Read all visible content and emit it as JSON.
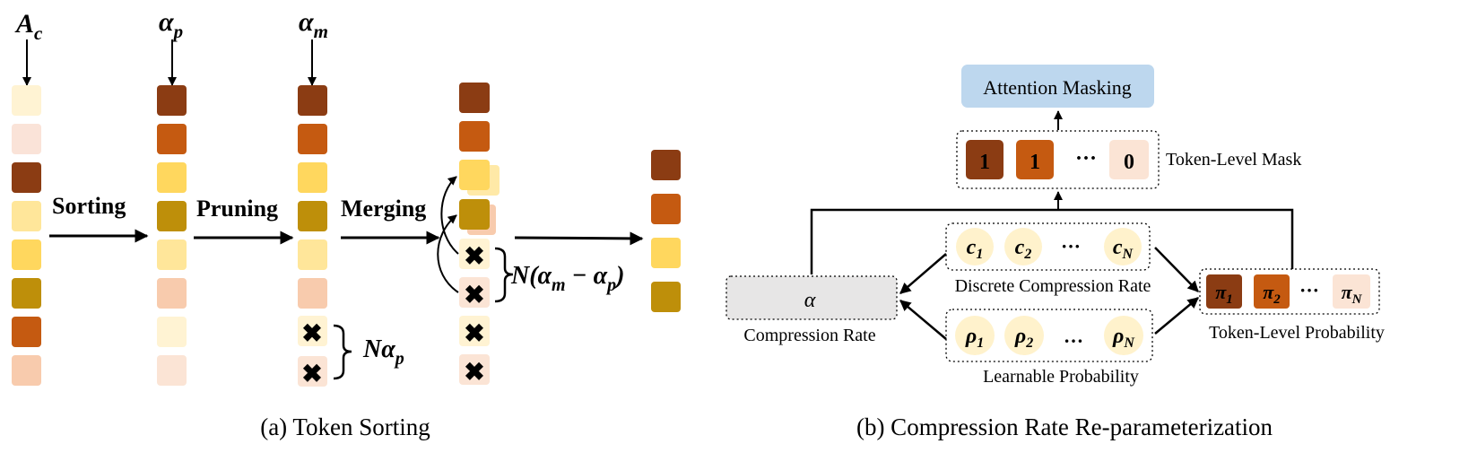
{
  "colors": {
    "c1": "#FFF3D3",
    "c2": "#FAE3D8",
    "c3": "#8B3C13",
    "c4": "#FFE69A",
    "c5": "#FFD75E",
    "c6": "#BE8F0A",
    "c7": "#C55A11",
    "c8": "#F8CBAD",
    "c9": "#FBE4D5",
    "mask_fill": "#BDD7EE",
    "alpha_box": "#E7E6E6",
    "circle_fill": "#FFF2CC"
  },
  "part_a": {
    "inputs": {
      "ac_base": "A",
      "ac_sub": "c",
      "ap_base": "α",
      "ap_sub": "p",
      "am_base": "α",
      "am_sub": "m"
    },
    "steps": {
      "sorting": "Sorting",
      "pruning": "Pruning",
      "merging": "Merging"
    },
    "columns": {
      "input": [
        "c1",
        "c2",
        "c3",
        "c4",
        "c5",
        "c6",
        "c7",
        "c8"
      ],
      "sorted": [
        "c3",
        "c7",
        "c5",
        "c6",
        "c4",
        "c8",
        "c1",
        "c9"
      ],
      "pruned": [
        "c3",
        "c7",
        "c5",
        "c6",
        "c4",
        "c8"
      ],
      "merged_top": [
        "c3",
        "c7"
      ],
      "output": [
        "c3",
        "c7",
        "c5",
        "c6"
      ]
    },
    "brace_labels": {
      "prune_n": "N",
      "prune_alpha": "α",
      "prune_sub": "p",
      "merge_expr": "N(α",
      "merge_sub1": "m",
      "merge_minus": " − α",
      "merge_sub2": "p",
      "merge_close": ")"
    },
    "cross_glyph": "✖",
    "caption": "(a) Token Sorting"
  },
  "part_b": {
    "attention_masking": "Attention Masking",
    "token_level_mask_label": "Token-Level Mask",
    "mask_values": [
      "1",
      "1",
      "0"
    ],
    "dots": "···",
    "dots_plain": "…",
    "discrete": {
      "label": "Discrete Compression Rate",
      "items": [
        {
          "base": "c",
          "sub": "1"
        },
        {
          "base": "c",
          "sub": "2"
        },
        {
          "base": "c",
          "sub": "N"
        }
      ]
    },
    "learnable": {
      "label": "Learnable Probability",
      "items": [
        {
          "base": "ρ",
          "sub": "1"
        },
        {
          "base": "ρ",
          "sub": "2"
        },
        {
          "base": "ρ",
          "sub": "N"
        }
      ]
    },
    "alpha_symbol": "α",
    "compression_rate_label": "Compression Rate",
    "token_prob": {
      "label": "Token-Level Probability",
      "items": [
        {
          "base": "π",
          "sub": "1"
        },
        {
          "base": "π",
          "sub": "2"
        },
        {
          "base": "π",
          "sub": "N"
        }
      ]
    },
    "caption": "(b) Compression Rate Re-parameterization"
  }
}
